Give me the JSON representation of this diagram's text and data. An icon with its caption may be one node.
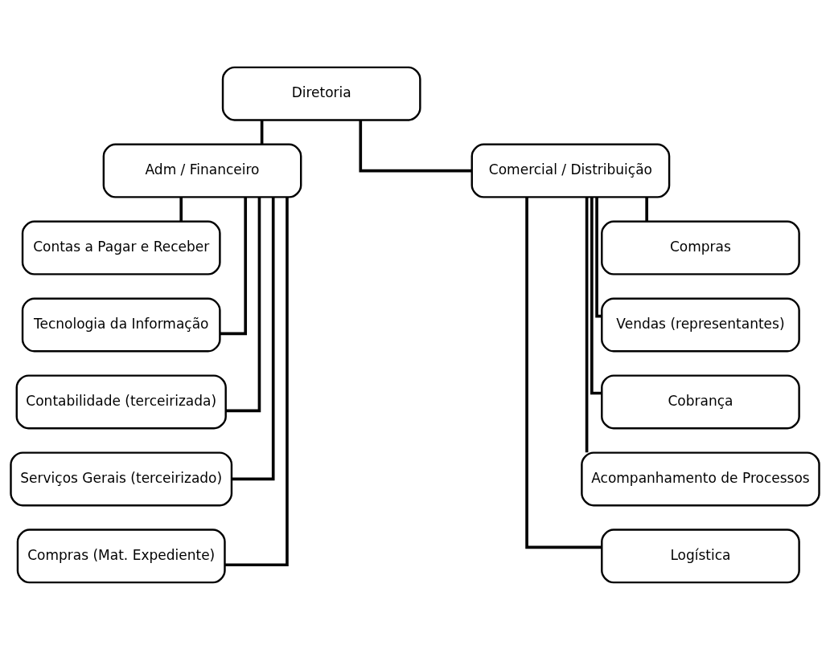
{
  "diagram": {
    "nodes": [
      {
        "text": [
          "Diretoria"
        ]
      },
      {
        "text": [
          "Adm / Financeiro"
        ]
      },
      {
        "text": [
          "Comercial / Distribuição"
        ]
      },
      {
        "text": [
          "Contas a Pagar e Receber"
        ]
      },
      {
        "text": [
          "Tecnologia da Informação"
        ]
      },
      {
        "text": [
          "Contabilidade (terceirizada)"
        ]
      },
      {
        "text": [
          "Serviços Gerais (terceirizado)"
        ]
      },
      {
        "text": [
          "Compras (Mat. Expediente)"
        ]
      },
      {
        "text": [
          "Compras"
        ]
      },
      {
        "text": [
          "Vendas (representantes)"
        ]
      },
      {
        "text": [
          "Cobrança"
        ]
      },
      {
        "text": [
          "Acompanhamento de Processos"
        ]
      },
      {
        "text": [
          "Logística"
        ]
      }
    ],
    "edges": [
      {
        "from": 0,
        "to": 1,
        "arrow": "none"
      },
      {
        "from": 0,
        "to": 2,
        "arrow": "none"
      },
      {
        "from": 1,
        "to": 3,
        "arrow": "none"
      },
      {
        "from": 1,
        "to": 4,
        "arrow": "none"
      },
      {
        "from": 1,
        "to": 5,
        "arrow": "none"
      },
      {
        "from": 1,
        "to": 6,
        "arrow": "none"
      },
      {
        "from": 1,
        "to": 7,
        "arrow": "none"
      },
      {
        "from": 2,
        "to": 8,
        "arrow": "none"
      },
      {
        "from": 2,
        "to": 9,
        "arrow": "none"
      },
      {
        "from": 2,
        "to": 10,
        "arrow": "none"
      },
      {
        "from": 2,
        "to": 11,
        "arrow": "none"
      },
      {
        "from": 2,
        "to": 12,
        "arrow": "none"
      }
    ]
  }
}
